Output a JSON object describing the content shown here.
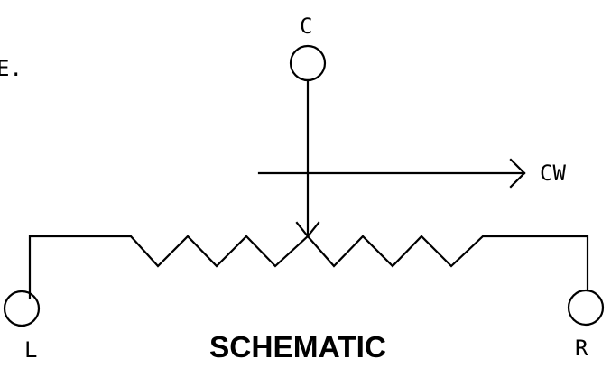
{
  "diagram": {
    "partial_text": "E.",
    "terminal_c": "C",
    "direction_label": "CW",
    "terminal_l": "L",
    "terminal_r": "R",
    "title": "SCHEMATIC"
  },
  "colors": {
    "background": "#ffffff",
    "ink": "#000000"
  }
}
